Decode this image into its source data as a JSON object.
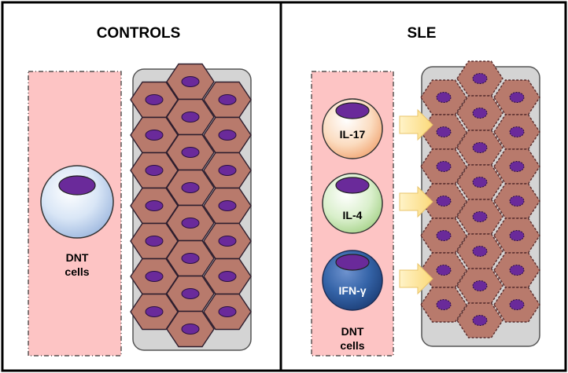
{
  "panels": {
    "left": {
      "title": "CONTROLS",
      "cell_label_line1": "DNT",
      "cell_label_line2": "cells"
    },
    "right": {
      "title": "SLE",
      "cell_label_line1": "DNT",
      "cell_label_line2": "cells",
      "cytokines": [
        {
          "label": "IL-17",
          "color": "#f6c9a3"
        },
        {
          "label": "IL-4",
          "color": "#c8e6b4"
        },
        {
          "label": "IFN-γ",
          "color": "#2e5c9c"
        }
      ]
    }
  },
  "colors": {
    "vessel_pink": "#fdc4c4",
    "tissue_gray": "#d4d4d4",
    "epithelial_cell": "#b87a6c",
    "nucleus": "#6a2a9a",
    "arrow_fill": "#fde9a4",
    "border": "#000000"
  }
}
